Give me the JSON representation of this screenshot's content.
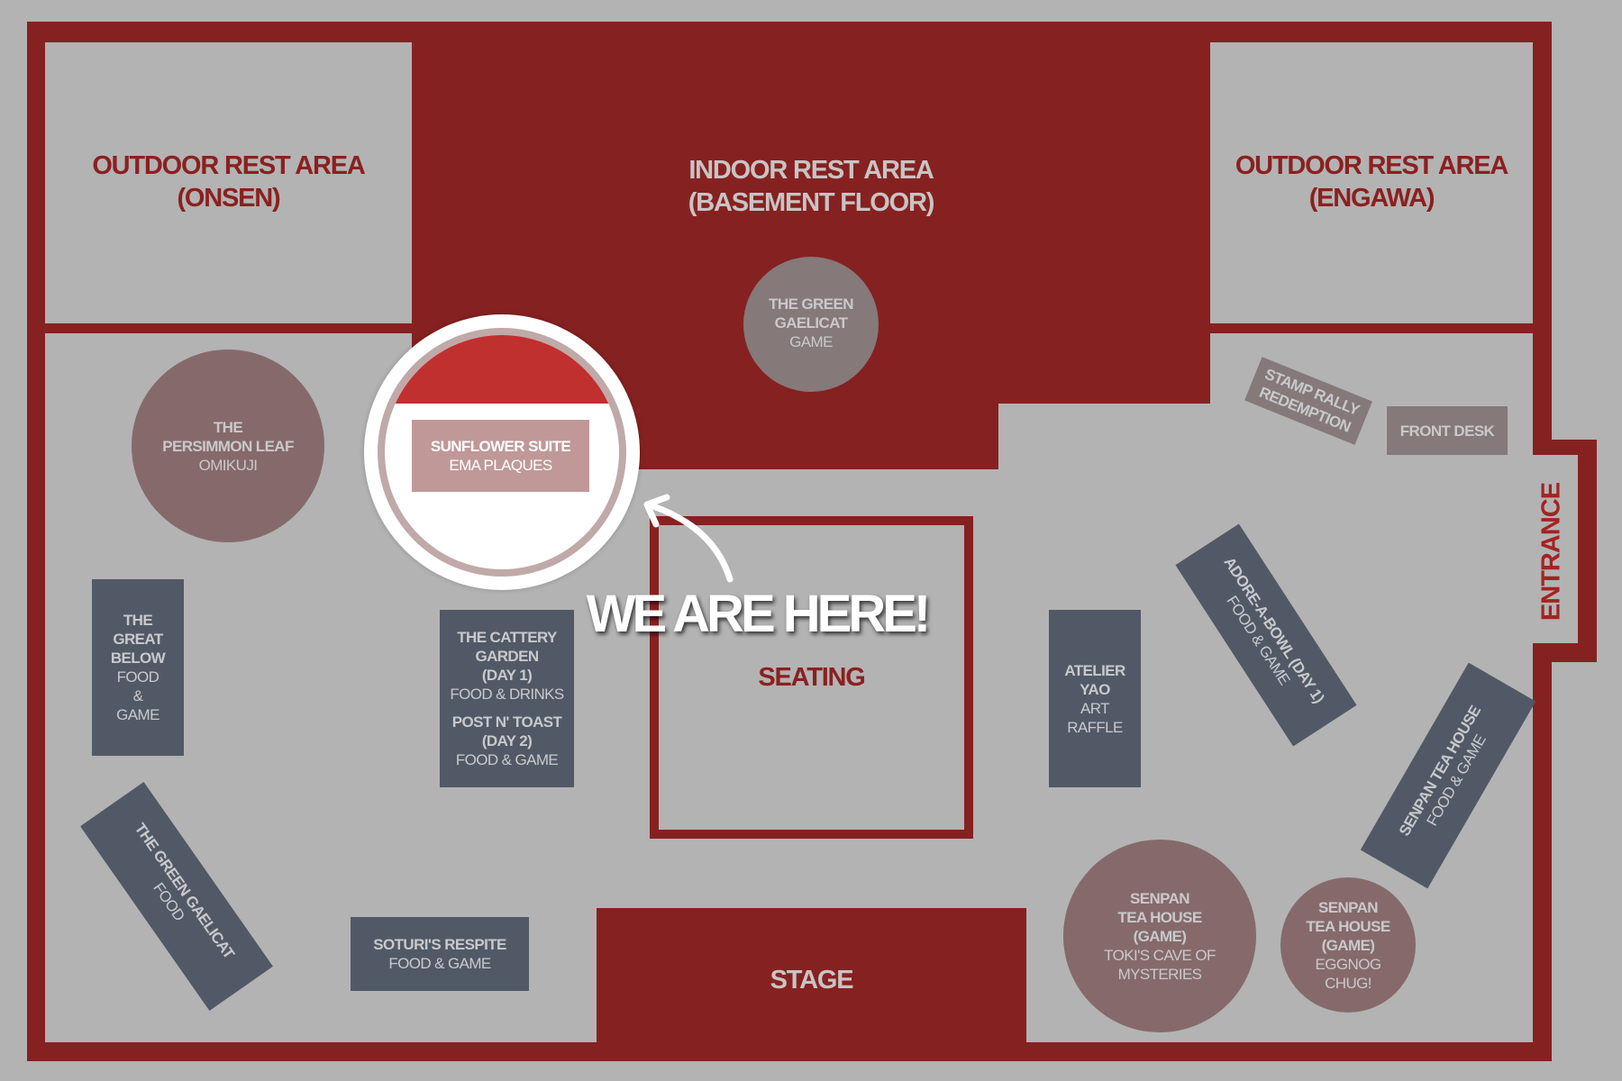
{
  "areas": {
    "onsen": {
      "line1": "OUTDOOR REST AREA",
      "line2": "(ONSEN)"
    },
    "indoor": {
      "line1": "INDOOR REST AREA",
      "line2": "(BASEMENT FLOOR)"
    },
    "engawa": {
      "line1": "OUTDOOR REST AREA",
      "line2": "(ENGAWA)"
    },
    "seating": "SEATING",
    "stage": "STAGE",
    "entrance": "ENTRANCE"
  },
  "booths": {
    "gaelicat_game": {
      "name1": "THE GREEN",
      "name2": "GAELICAT",
      "type": "GAME"
    },
    "persimmon": {
      "name1": "THE",
      "name2": "PERSIMMON LEAF",
      "type": "OMIKUJI"
    },
    "sunflower": {
      "name": "SUNFLOWER SUITE",
      "type": "EMA PLAQUES"
    },
    "great_below": {
      "name1": "THE",
      "name2": "GREAT",
      "name3": "BELOW",
      "type1": "FOOD",
      "type2": "&",
      "type3": "GAME"
    },
    "cattery": {
      "name1": "THE CATTERY",
      "name2": "GARDEN",
      "day": "(DAY 1)",
      "type": "FOOD & DRINKS"
    },
    "post_toast": {
      "name": "POST N' TOAST",
      "day": "(DAY 2)",
      "type": "FOOD & GAME"
    },
    "atelier": {
      "name1": "ATELIER",
      "name2": "YAO",
      "type1": "ART",
      "type2": "RAFFLE"
    },
    "gaelicat_food": {
      "name": "THE GREEN GAELICAT",
      "type": "FOOD"
    },
    "soturi": {
      "name": "SOTURI'S RESPITE",
      "type": "FOOD & GAME"
    },
    "senpan_game_big": {
      "name1": "SENPAN",
      "name2": "TEA HOUSE",
      "name3": "(GAME)",
      "type1": "TOKI'S CAVE OF",
      "type2": "MYSTERIES"
    },
    "senpan_game_small": {
      "name1": "SENPAN",
      "name2": "TEA HOUSE",
      "name3": "(GAME)",
      "type1": "EGGNOG",
      "type2": "CHUG!"
    },
    "stamp_rally": {
      "line1": "STAMP RALLY",
      "line2": "REDEMPTION"
    },
    "front_desk": "FRONT DESK",
    "adore": {
      "name": "ADORE-A-BOWL (DAY 1)",
      "type": "FOOD & GAME"
    },
    "senpan_food": {
      "name": "SENPAN TEA HOUSE",
      "type": "FOOD & GAME"
    }
  },
  "marker": {
    "label": "WE ARE HERE!"
  },
  "colors": {
    "wall": "#862121",
    "floor": "#b3b3b3",
    "booth": "#525966",
    "circle": "#866a6b",
    "highlight": "#c0302f"
  }
}
